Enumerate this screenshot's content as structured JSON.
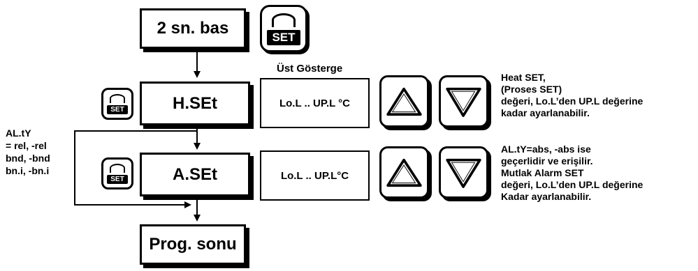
{
  "steps": {
    "start": "2 sn. bas",
    "hset": "H.SEt",
    "aset": "A.SEt",
    "end": "Prog. sonu"
  },
  "display_header": "Üst Gösterge",
  "hset_display": "Lo.L .. UP.L °C",
  "aset_display": "Lo.L .. UP.L°C",
  "set_key_label": "SET",
  "condition_note": "AL.tY\n= rel, -rel\nbnd, -bnd\nbn.i, -bn.i",
  "hset_desc": "Heat SET,\n(Proses SET)\ndeğeri, Lo.L’den UP.L değerine\nkadar ayarlanabilir.",
  "aset_desc": "AL.tY=abs, -abs ise\ngeçerlidir ve erişilir.\nMutlak Alarm SET\ndeğeri, Lo.L’den UP.L değerine\nKadar ayarlanabilir."
}
